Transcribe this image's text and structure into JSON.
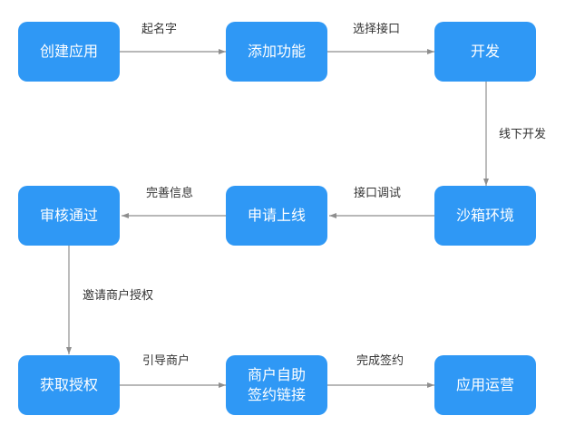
{
  "diagram": {
    "nodes": {
      "create_app": "创建应用",
      "add_function": "添加功能",
      "develop": "开发",
      "sandbox_env": "沙箱环境",
      "apply_online": "申请上线",
      "review_pass": "审核通过",
      "get_authorization": "获取授权",
      "merchant_self_sign": "商户自助\n签约链接",
      "app_operation": "应用运营"
    },
    "edges": {
      "name_it": "起名字",
      "choose_interface": "选择接口",
      "offline_dev": "线下开发",
      "interface_debug": "接口调试",
      "complete_info": "完善信息",
      "invite_merchant_auth": "邀请商户授权",
      "guide_merchant": "引导商户",
      "complete_signing": "完成签约"
    },
    "colors": {
      "node_fill": "#2f98f5",
      "node_text": "#ffffff",
      "edge": "#8e8e8e",
      "label": "#333333"
    }
  }
}
